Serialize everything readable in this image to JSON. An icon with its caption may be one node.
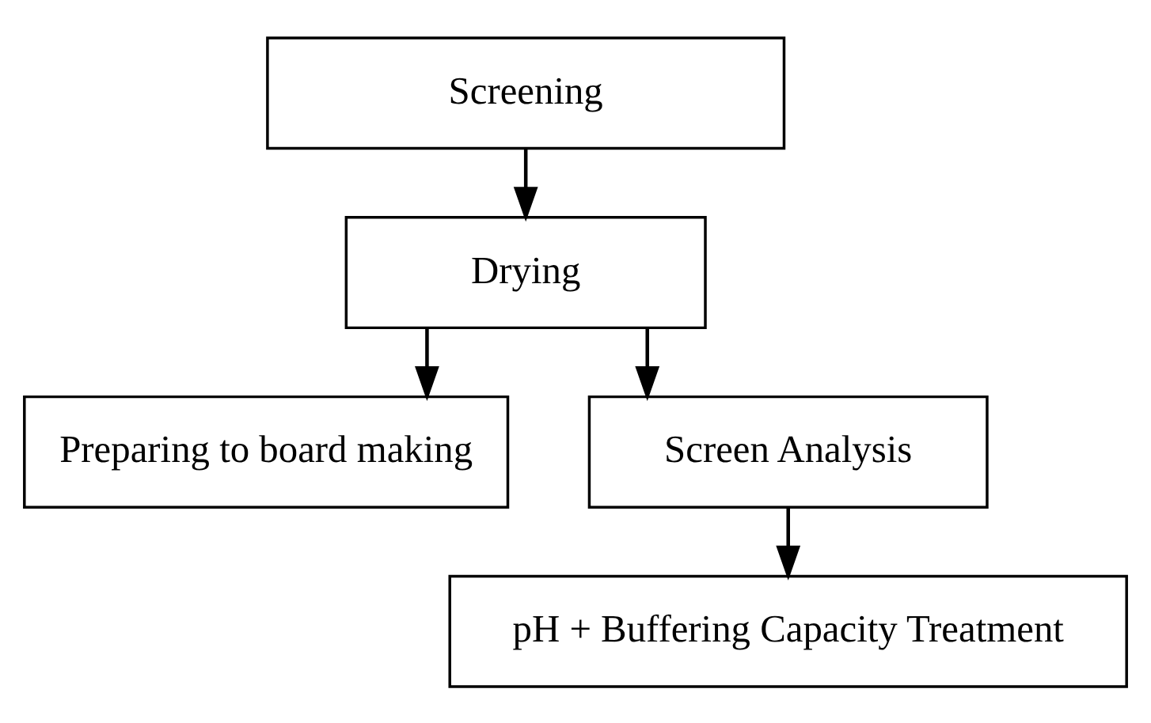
{
  "diagram": {
    "nodes": [
      {
        "text": [
          "Screening"
        ]
      },
      {
        "text": [
          "Drying"
        ]
      },
      {
        "text": [
          "Preparing to board making"
        ]
      },
      {
        "text": [
          "Screen Analysis"
        ]
      },
      {
        "text": [
          "pH + Buffering Capacity Treatment"
        ]
      }
    ],
    "edges": [
      {
        "from": 0,
        "to": 1,
        "arrow": "to"
      },
      {
        "from": 1,
        "to": 2,
        "arrow": "to"
      },
      {
        "from": 1,
        "to": 3,
        "arrow": "to"
      },
      {
        "from": 3,
        "to": 4,
        "arrow": "to"
      }
    ]
  }
}
